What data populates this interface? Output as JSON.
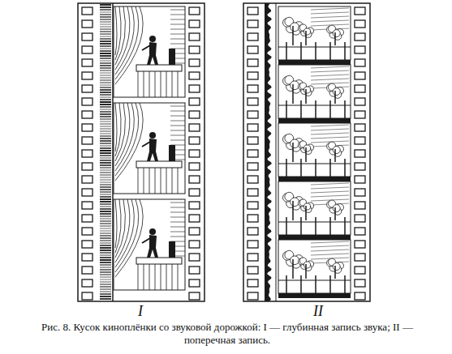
{
  "diagram": {
    "caption": "Рис. 8. Кусок киноплёнки со звуковой дорожкой: I — глубинная запись звука; II — поперечная запись.",
    "labels": [
      "I",
      "II"
    ]
  }
}
